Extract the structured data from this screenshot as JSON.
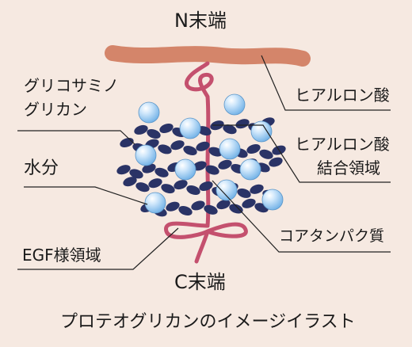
{
  "labels": {
    "n_terminal": "N末端",
    "c_terminal": "C末端",
    "glycosaminoglycan_line1": "グリコサミノ",
    "glycosaminoglycan_line2": "グリカン",
    "water": "水分",
    "egf_domain": "EGF様領域",
    "hyaluronic_acid": "ヒアルロン酸",
    "hyaluronic_binding_line1": "ヒアルロン酸",
    "hyaluronic_binding_line2": "結合領域",
    "core_protein": "コアタンパク質",
    "caption": "プロテオグリカンのイメージイラスト"
  },
  "colors": {
    "background": "#f6e9e1",
    "hyaluronic_strand": "#d4856a",
    "core_protein": "#c4506e",
    "glycosaminoglycan": "#2a3366",
    "water": "#a9d3f4",
    "leader_line": "#222222"
  }
}
